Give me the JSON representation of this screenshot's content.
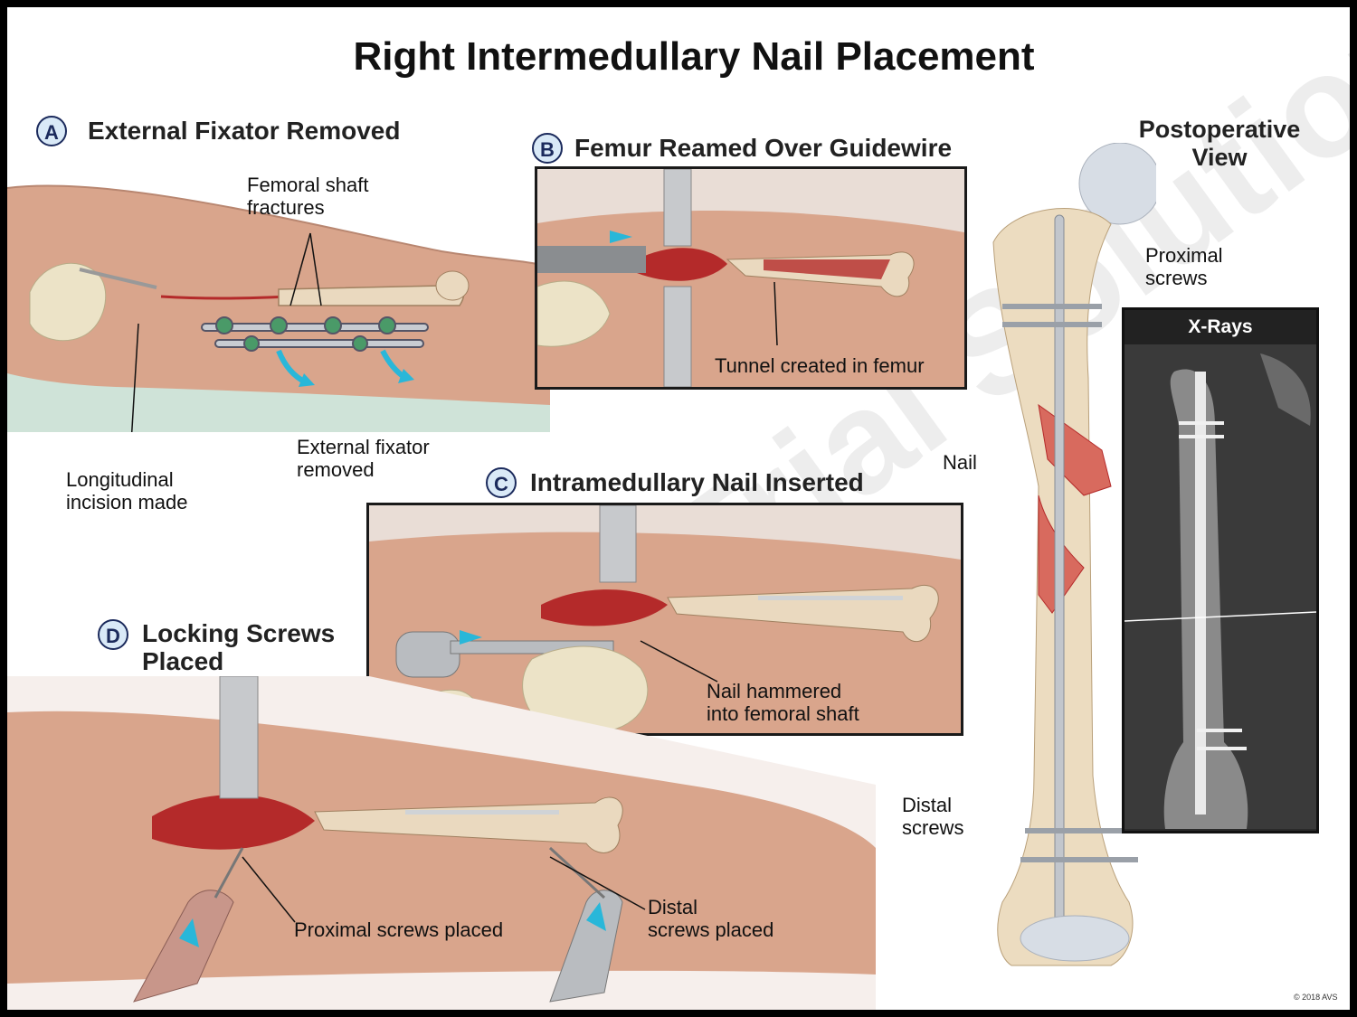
{
  "title": "Right Intermedullary Nail Placement",
  "panels": {
    "a": {
      "badge": "A",
      "title": "External Fixator Removed"
    },
    "b": {
      "badge": "B",
      "title": "Femur Reamed Over Guidewire"
    },
    "c": {
      "badge": "C",
      "title": "Intramedullary Nail Inserted"
    },
    "d": {
      "badge": "D",
      "title": "Locking Screws\nPlaced"
    },
    "postop": {
      "title": "Postoperative\nView"
    }
  },
  "labels": {
    "femoral_shaft_fractures": "Femoral shaft\nfractures",
    "longitudinal_incision": "Longitudinal\nincision made",
    "external_fixator_removed": "External fixator\nremoved",
    "tunnel_created": "Tunnel created in femur",
    "nail_hammered": "Nail hammered\ninto femoral shaft",
    "proximal_screws_placed": "Proximal screws placed",
    "distal_screws_placed": "Distal\nscrews placed",
    "proximal_screws": "Proximal\nscrews",
    "nail": "Nail",
    "distal_screws": "Distal\nscrews"
  },
  "xray": {
    "title": "X-Rays"
  },
  "watermark": "Total Trial Solutions",
  "copyright": "© 2018 AVS",
  "colors": {
    "skin": "#d9a58c",
    "blood": "#b42a2a",
    "bone": "#ead9bf",
    "drape": "#cfe3d8",
    "arrow": "#29b7d9",
    "badge_bg": "#d9e9f7"
  }
}
